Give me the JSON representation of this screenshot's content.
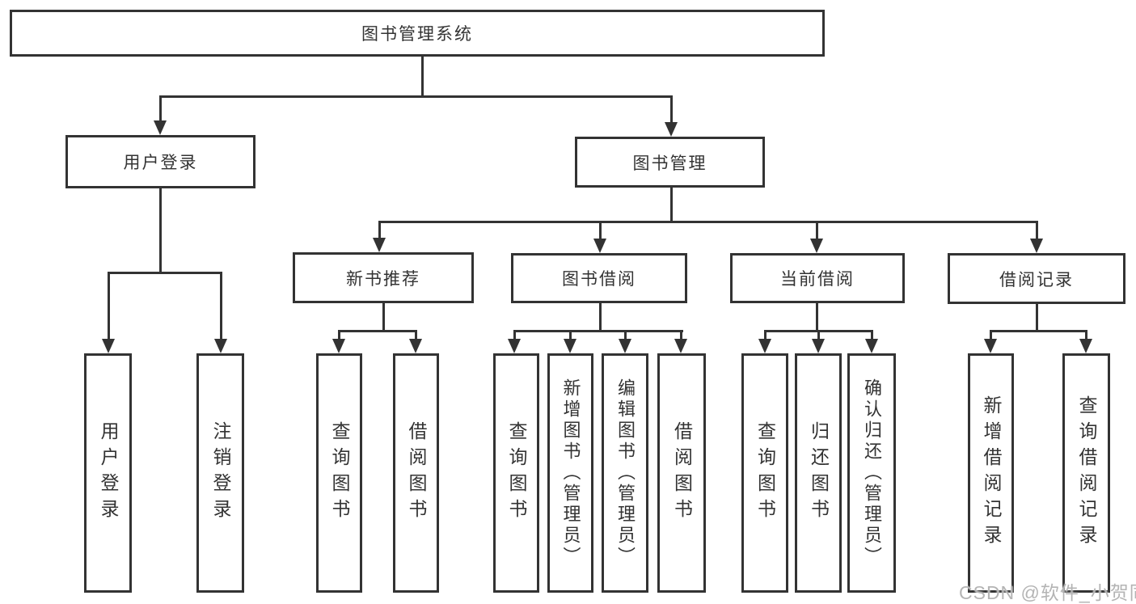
{
  "tree": {
    "label": "图书管理系统",
    "children": [
      {
        "label": "用户登录",
        "children": [
          {
            "label": "用户登录"
          },
          {
            "label": "注销登录"
          }
        ]
      },
      {
        "label": "图书管理",
        "children": [
          {
            "label": "新书推荐",
            "children": [
              {
                "label": "查询图书"
              },
              {
                "label": "借阅图书"
              }
            ]
          },
          {
            "label": "图书借阅",
            "children": [
              {
                "label": "查询图书"
              },
              {
                "label": "新增图书（管理员）"
              },
              {
                "label": "编辑图书（管理员）"
              },
              {
                "label": "借阅图书"
              }
            ]
          },
          {
            "label": "当前借阅",
            "children": [
              {
                "label": "查询图书"
              },
              {
                "label": "归还图书"
              },
              {
                "label": "确认归还（管理员）"
              }
            ]
          },
          {
            "label": "借阅记录",
            "children": [
              {
                "label": "新增借阅记录"
              },
              {
                "label": "查询借阅记录"
              }
            ]
          }
        ]
      }
    ]
  },
  "watermark": {
    "text": "CSDN @软件_小贺同学",
    "color": "#b4b4b4"
  },
  "colors": {
    "line": "#333333",
    "box_border": "#333333",
    "box_fill": "#ffffff",
    "text": "#333333",
    "background": "#ffffff"
  }
}
